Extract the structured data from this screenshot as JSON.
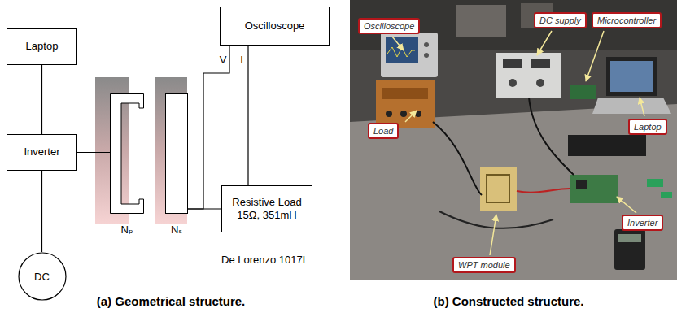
{
  "diagram": {
    "nodes": [
      {
        "text": [
          "Laptop"
        ]
      },
      {
        "text": [
          "Inverter"
        ]
      },
      {
        "text": [
          "DC"
        ]
      },
      {
        "text": [
          "Nₚ"
        ]
      },
      {
        "text": [
          "Nₛ"
        ]
      },
      {
        "text": [
          "Oscilloscope"
        ]
      },
      {
        "text": [
          "Resistive Load 15Ω, 351mH"
        ]
      },
      {
        "text": [
          "Oscilloscope"
        ]
      },
      {
        "text": [
          "DC supply"
        ]
      },
      {
        "text": [
          "Microcontroller"
        ]
      },
      {
        "text": [
          "Load"
        ]
      },
      {
        "text": [
          "Laptop"
        ]
      },
      {
        "text": [
          "Inverter"
        ]
      },
      {
        "text": [
          "WPT module"
        ]
      }
    ],
    "edges": [
      {
        "from": 0,
        "to": 1,
        "arrow": "none"
      },
      {
        "from": 1,
        "to": 2,
        "arrow": "none"
      },
      {
        "from": 1,
        "to": 3,
        "arrow": "none"
      },
      {
        "from": 4,
        "to": 6,
        "arrow": "none"
      },
      {
        "from": 4,
        "to": 5,
        "label": "V",
        "arrow": "none"
      },
      {
        "from": 6,
        "to": 5,
        "label": "I",
        "arrow": "none"
      }
    ],
    "labels": [
      "De Lorenzo 1017L",
      "(a) Geometrical structure.",
      "(b) Constructed structure."
    ]
  }
}
